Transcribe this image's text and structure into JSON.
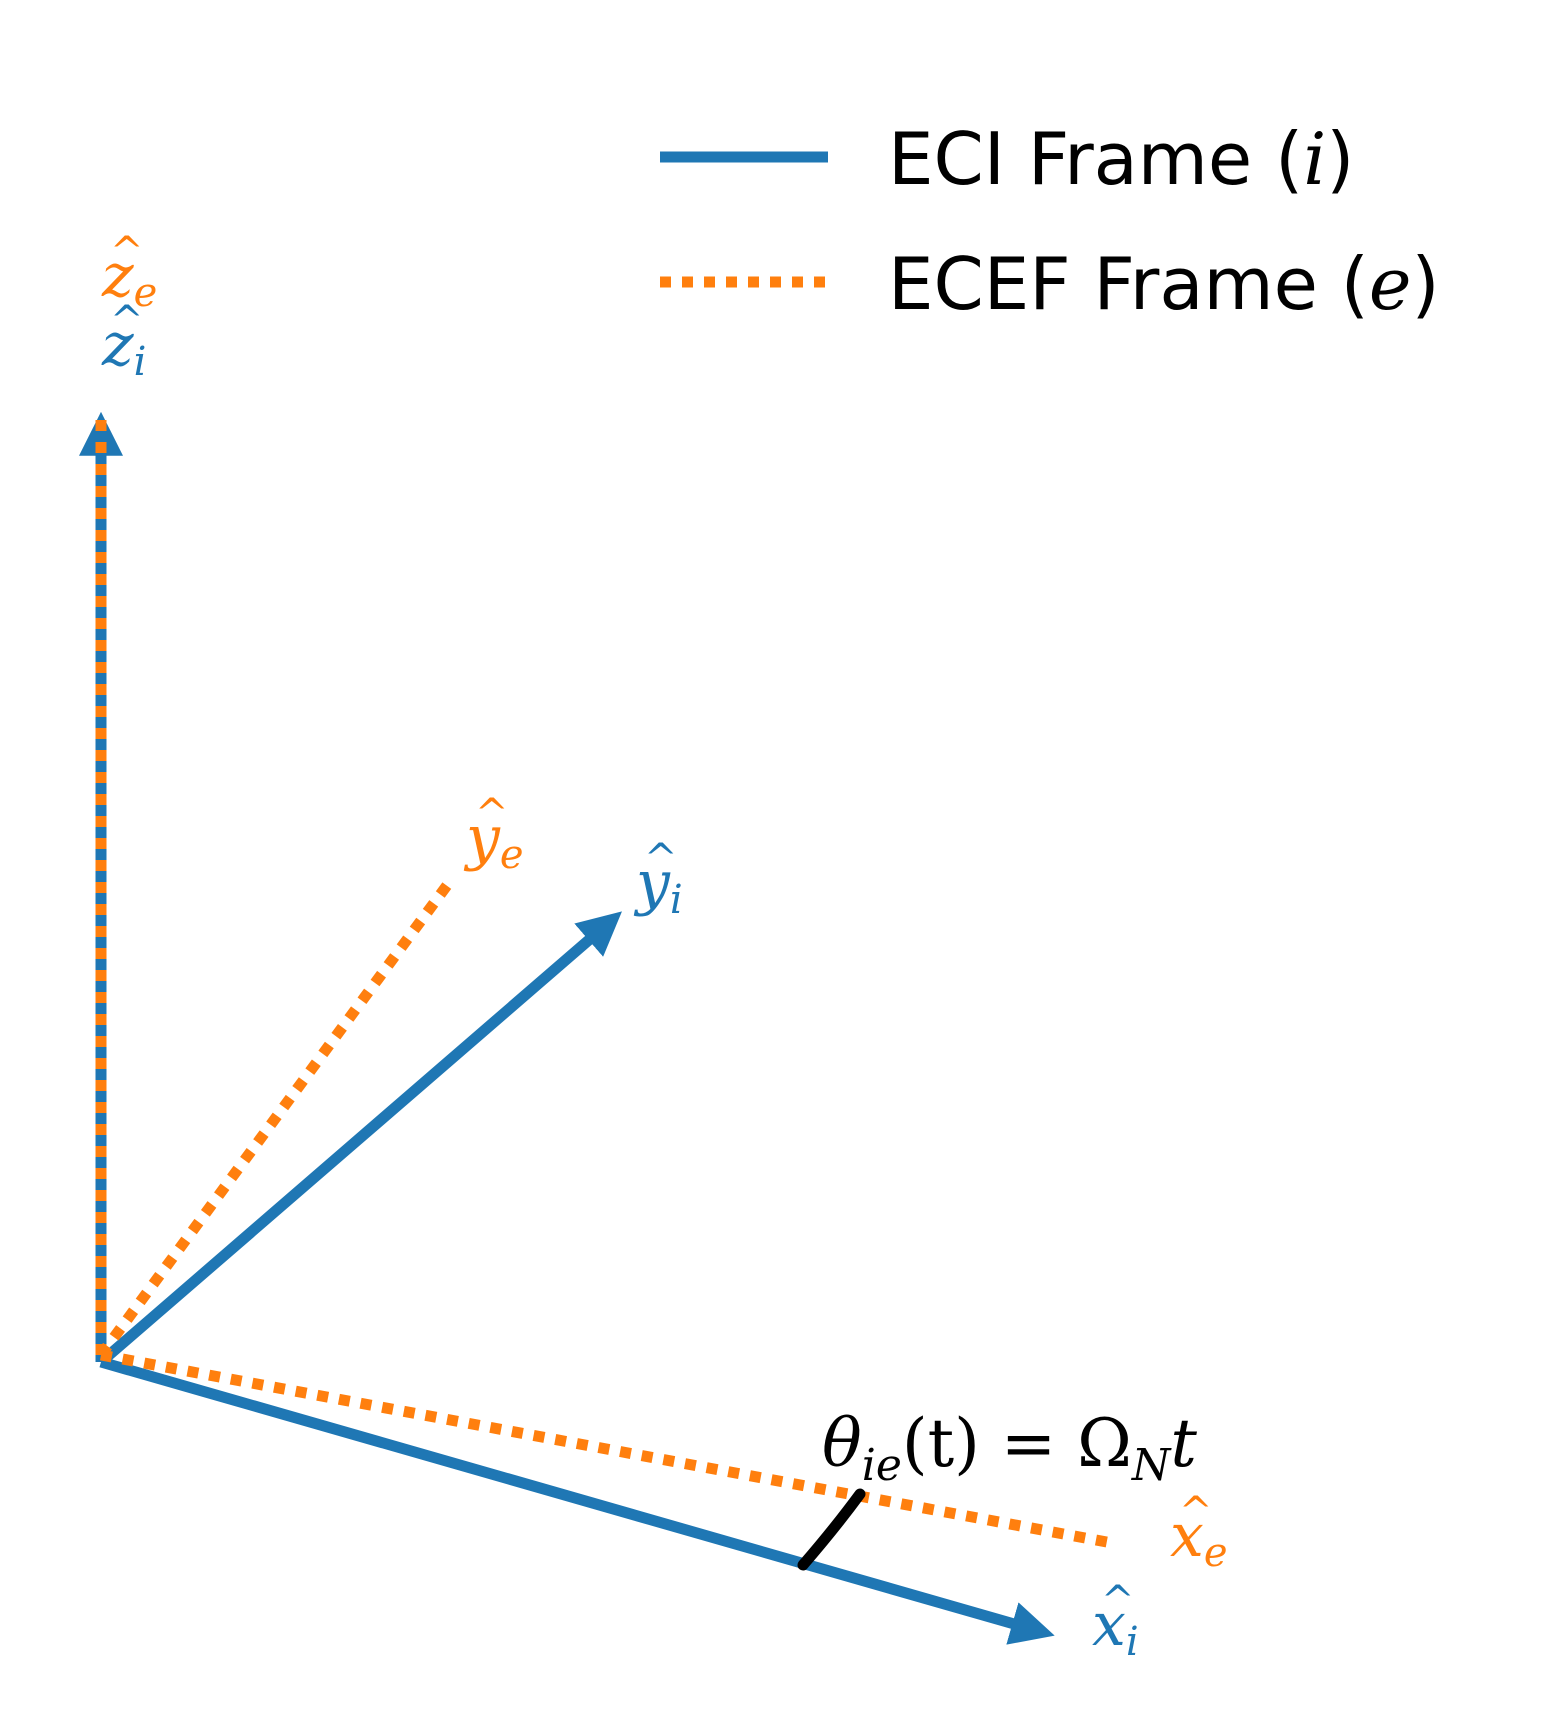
{
  "colors": {
    "eci": "#1f77b4",
    "ecef": "#ff7f0e",
    "angle_arc": "#000000",
    "background": "#ffffff"
  },
  "legend": {
    "eci": {
      "prefix": "ECI Frame (",
      "symbol": "i",
      "suffix": ")"
    },
    "ecef": {
      "prefix": "ECEF Frame (",
      "symbol": "e",
      "suffix": ")"
    }
  },
  "axes": {
    "z_e": {
      "base": "z",
      "sub": "e"
    },
    "z_i": {
      "base": "z",
      "sub": "i"
    },
    "y_e": {
      "base": "y",
      "sub": "e"
    },
    "y_i": {
      "base": "y",
      "sub": "i"
    },
    "x_e": {
      "base": "x",
      "sub": "e"
    },
    "x_i": {
      "base": "x",
      "sub": "i"
    }
  },
  "angle_label": {
    "theta": "θ",
    "theta_sub": "ie",
    "arg": "(t)",
    "equals": " = ",
    "omega": "Ω",
    "omega_sub": "N",
    "t": "t"
  }
}
